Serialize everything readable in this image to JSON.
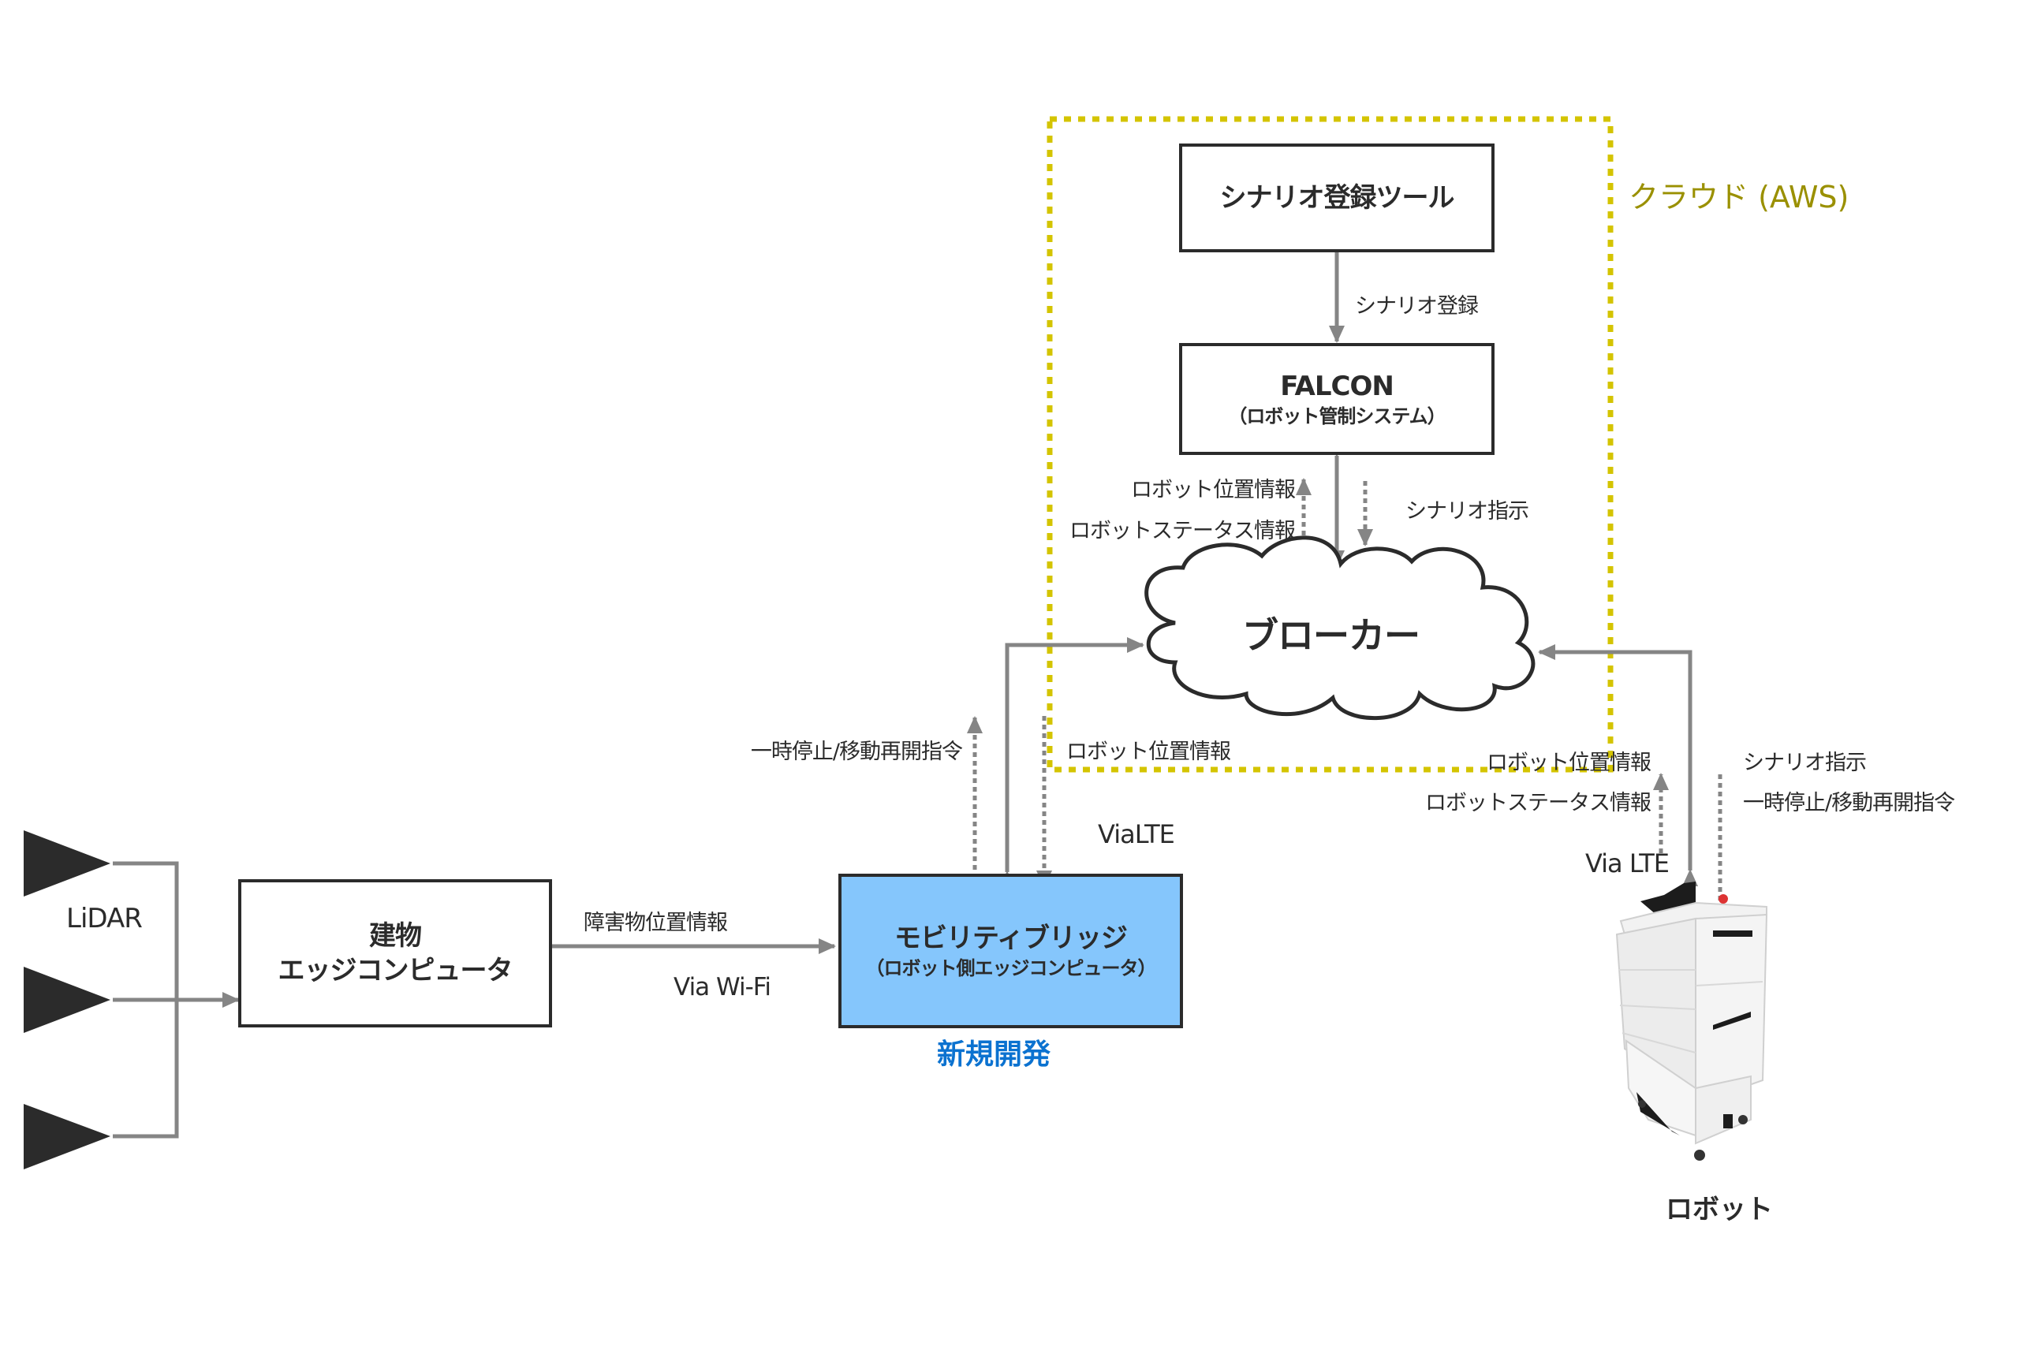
{
  "colors": {
    "arrow": "#858585",
    "box_border": "#2b2b2b",
    "cloud_boundary": "#d4c400",
    "cloud_label": "#9a9000",
    "mobility_fill": "#85c6fc",
    "new_dev": "#0b72d0",
    "lidar": "#2b2b2b"
  },
  "cloud_region": {
    "label": "クラウド (AWS)"
  },
  "nodes": {
    "scenario_tool": {
      "title": "シナリオ登録ツール"
    },
    "falcon": {
      "title": "FALCON",
      "subtitle": "（ロボット管制システム）"
    },
    "broker": {
      "title": "ブローカー"
    },
    "building_edge": {
      "title_line1": "建物",
      "title_line2": "エッジコンピュータ"
    },
    "mobility_bridge": {
      "title": "モビリティブリッジ",
      "subtitle": "（ロボット側エッジコンピュータ）",
      "badge": "新規開発"
    },
    "lidar": {
      "label": "LiDAR",
      "count": 3
    },
    "robot": {
      "label": "ロボット",
      "icon": "delivery-robot-image"
    }
  },
  "edges": {
    "scenario_register": {
      "label": "シナリオ登録"
    },
    "falcon_broker": {
      "up_labels": [
        "ロボット位置情報",
        "ロボットステータス情報"
      ],
      "down_labels": [
        "シナリオ指示"
      ]
    },
    "bridge_broker": {
      "up_labels": [
        "一時停止/移動再開指令"
      ],
      "down_labels": [
        "ロボット位置情報"
      ],
      "via": "ViaLTE"
    },
    "robot_broker": {
      "up_labels": [
        "ロボット位置情報",
        "ロボットステータス情報"
      ],
      "down_labels": [
        "シナリオ指示",
        "一時停止/移動再開指令"
      ],
      "via": "Via LTE"
    },
    "building_bridge": {
      "label": "障害物位置情報",
      "via": "Via Wi-Fi"
    }
  }
}
